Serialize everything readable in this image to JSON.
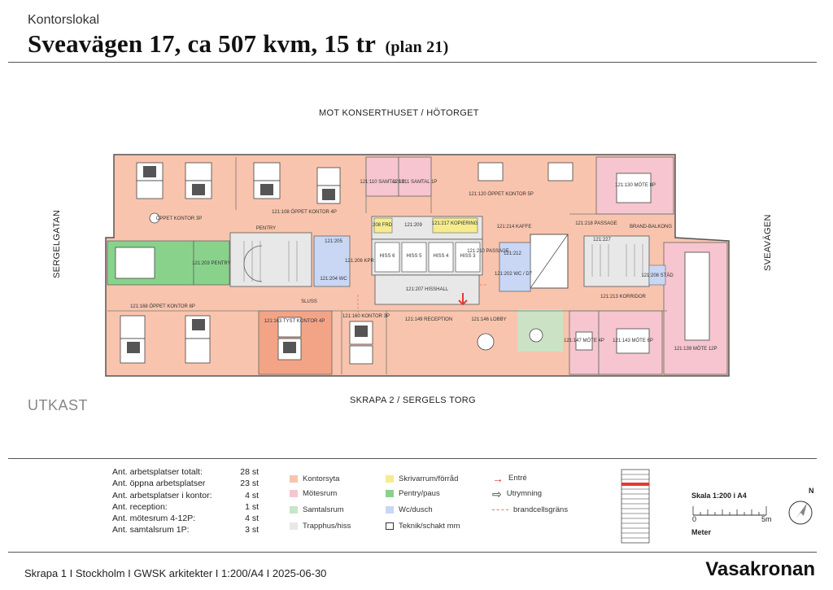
{
  "header": {
    "doc_type": "Kontorslokal",
    "title": "Sveavägen 17, ca 507 kvm, 15 tr",
    "title_suffix": "(plan 21)"
  },
  "plan": {
    "north_label": "MOT KONSERTHUSET / HÖTORGET",
    "south_label": "SKRAPA 2 / SERGELS TORG",
    "west_label": "SERGELGATAN",
    "east_label": "SVEAVÄGEN",
    "status": "UTKAST",
    "rooms": {
      "r1": "121:108 ÖPPET KONTOR 4P",
      "r2": "121:110 SAMTAL 1P",
      "r3": "121:111 SAMTAL 1P",
      "r4": "121:120 ÖPPET KONTOR 5P",
      "r5": "121:130 MÖTE 8P",
      "r6": "ÖPPET KONTOR 3P",
      "r7": "PENTRY",
      "r8": "121:217 KOPIERING",
      "r9": "121:214 KAFFE",
      "r10": "121:218 PASSAGE",
      "r11": "BRAND-BALKONG",
      "r12": "121:203 PENTRY",
      "r13": "121:206 KPR",
      "r14": "121:204 WC",
      "r15": "121:205",
      "r16": "121:207 HISSHALL",
      "r17": "121:213 KORRIDOR",
      "r18": "121:168 ÖPPET KONTOR 8P",
      "r19": "121:163 TYST KONTOR 4P",
      "r20": "121:160 KONTOR 3P",
      "r21": "121:149 RECEPTION",
      "r22": "121:146 LOBBY",
      "r23": "121:147 MÖTE 4P",
      "r24": "121:143 MÖTE 6P",
      "r25": "121:139 MÖTE 12P",
      "r26": "121:208 STÄD",
      "r27": "121:210 PASSAGE",
      "r28": "121:202 WC / D7",
      "r29": "SLUSS",
      "r30": "208 FRD",
      "r31": "121:209",
      "hiss": [
        "HISS 6",
        "HISS 5",
        "HISS 4",
        "HISS 3"
      ],
      "r32": "121:227",
      "r33": "121:212"
    }
  },
  "stats": [
    {
      "label": "Ant. arbetsplatser totalt:",
      "value": "28 st"
    },
    {
      "label": "Ant. öppna arbetsplatser",
      "value": "23 st"
    },
    {
      "label": "Ant. arbetsplatser i kontor:",
      "value": "4 st"
    },
    {
      "label": "Ant. reception:",
      "value": "1 st"
    },
    {
      "label": "Ant. mötesrum 4-12P:",
      "value": "4 st"
    },
    {
      "label": "Ant. samtalsrum 1P:",
      "value": "3 st"
    }
  ],
  "legend": {
    "kontorsyta": {
      "label": "Kontorsyta",
      "color": "#f9c4ad"
    },
    "motesrum": {
      "label": "Mötesrum",
      "color": "#f6c5cf"
    },
    "samtalsrum": {
      "label": "Samtalsrum",
      "color": "#c6e6c8"
    },
    "trapphus": {
      "label": "Trapphus/hiss",
      "color": "#e8e8e8"
    },
    "skrivarrum": {
      "label": "Skrivarrum/förråd",
      "color": "#f6ec8e"
    },
    "pentry": {
      "label": "Pentry/paus",
      "color": "#89d28c"
    },
    "wc": {
      "label": "Wc/dusch",
      "color": "#c9d6f4"
    },
    "teknik": {
      "label": "Teknik/schakt mm",
      "color": "#ffffff"
    },
    "entre": {
      "label": "Entré",
      "color": "#e53935"
    },
    "utrymning": {
      "label": "Utrymning"
    },
    "brandcell": {
      "label": "brandcellsgräns",
      "color": "#e57373"
    }
  },
  "scale": {
    "title": "Skala 1:200 i A4",
    "start": "0",
    "end": "5m",
    "unit": "Meter",
    "north": "N"
  },
  "footer": {
    "meta": "Skrapa 1 I  Stockholm  I  GWSK arkitekter  I  1:200/A4 I  2025-06-30",
    "brand": "Vasakronan"
  }
}
